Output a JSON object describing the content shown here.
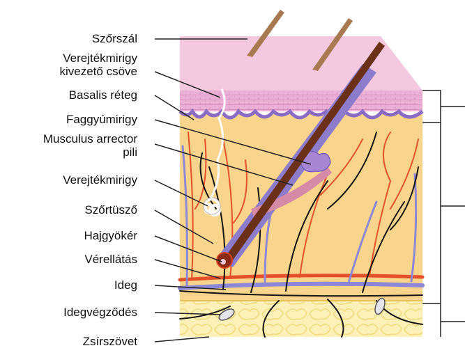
{
  "labels": {
    "hair_shaft": "Szőrszál",
    "sweat_duct_line1": "Verejtékmirigy",
    "sweat_duct_line2": "kivezető csöve",
    "basal_layer": "Basalis réteg",
    "sebaceous_gland": "Faggyúmirigy",
    "arrector_line1": "Musculus arrector",
    "arrector_line2": "pili",
    "sweat_gland": "Verejtékmirigy",
    "hair_follicle": "Szőrtüsző",
    "hair_root": "Hajgyökér",
    "blood_supply": "Vérellátás",
    "nerve": "Ideg",
    "nerve_ending": "Idegvégződés",
    "adipose": "Zsírszövet"
  },
  "colors": {
    "epidermis_top": "#f3c6dd",
    "epidermis_cells": "#e7a7cf",
    "basal_layer": "#8a6cc4",
    "dermis": "#f8d48d",
    "subcutis": "#fdf0b4",
    "artery": "#e3502a",
    "vein": "#8c87d6",
    "nerve": "#141414",
    "hair": "#6b3018",
    "sebaceous": "#a886d6",
    "sweat_gland": "#ffffff"
  }
}
